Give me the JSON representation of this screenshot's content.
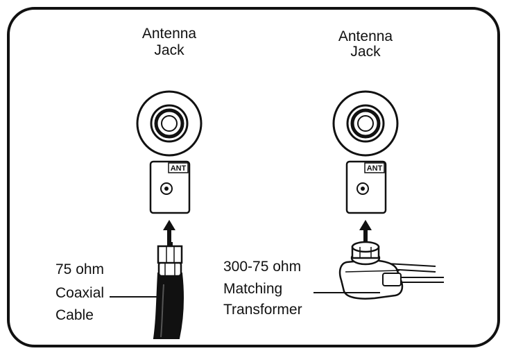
{
  "left_panel": {
    "jack_label_line1": "Antenna",
    "jack_label_line2": "Jack",
    "port_label": "ANT",
    "cable_label_line1": "75 ohm",
    "cable_label_line2": "Coaxial",
    "cable_label_line3": "Cable"
  },
  "right_panel": {
    "jack_label_line1": "Antenna",
    "jack_label_line2": "Jack",
    "port_label": "ANT",
    "transformer_label_line1": "300-75 ohm",
    "transformer_label_line2": "Matching",
    "transformer_label_line3": "Transformer"
  },
  "colors": {
    "line": "#111111",
    "background": "#ffffff"
  }
}
